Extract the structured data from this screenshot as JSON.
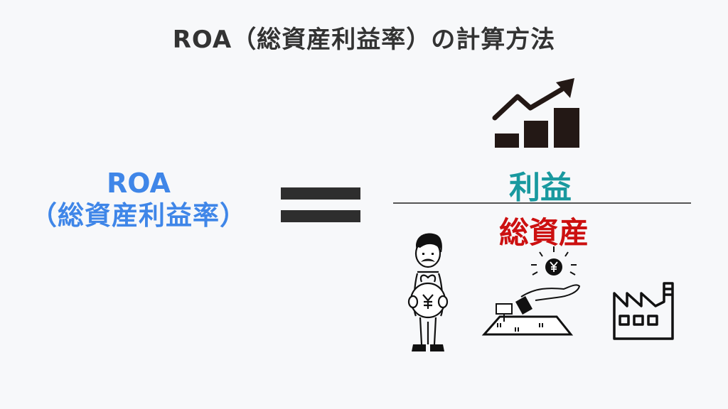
{
  "title": "ROA（総資産利益率）の計算方法",
  "formula": {
    "lhs": {
      "line1": "ROA",
      "line2": "（総資産利益率）"
    },
    "operator": "=",
    "numerator": "利益",
    "denominator": "総資産"
  },
  "icons": {
    "numerator_icon": "growth-chart-icon",
    "denominator_icons": [
      "man-with-money-bag-icon",
      "land-and-hand-with-yen-coin-icon",
      "factory-icon"
    ]
  },
  "colors": {
    "background": "#f7f8fa",
    "title": "#333333",
    "lhs": "#3f86e8",
    "numerator": "#19999f",
    "denominator": "#cc1010",
    "equals": "#2e2e2e"
  }
}
